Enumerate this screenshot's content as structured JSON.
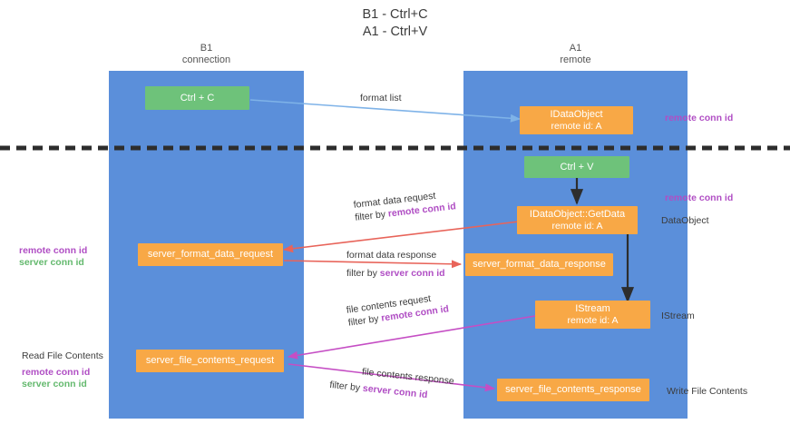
{
  "title": {
    "line1": "B1 - Ctrl+C",
    "line2": "A1 - Ctrl+V"
  },
  "columns": [
    {
      "name": "B1",
      "sub": "connection"
    },
    {
      "name": "A1",
      "sub": "remote"
    }
  ],
  "nodes": {
    "ctrl_c": {
      "label": "Ctrl + C"
    },
    "ctrl_v": {
      "label": "Ctrl + V"
    },
    "idataobject": {
      "line1": "IDataObject",
      "line2": "remote id: A"
    },
    "getdata": {
      "line1": "IDataObject::GetData",
      "line2": "remote id: A"
    },
    "istream": {
      "line1": "IStream",
      "line2": "remote id: A"
    },
    "server_format_data_request": {
      "label": "server_format_data_request"
    },
    "server_format_data_response": {
      "label": "server_format_data_response"
    },
    "server_file_contents_request": {
      "label": "server_file_contents_request"
    },
    "server_file_contents_response": {
      "label": "server_file_contents_response"
    }
  },
  "edges": {
    "format_list": {
      "label": "format list"
    },
    "format_data_request": {
      "line1": "format data request",
      "prefix": "filter by ",
      "key": "remote conn id"
    },
    "format_data_response": {
      "line1": "format data response",
      "prefix": "filter by ",
      "key": "server conn id"
    },
    "file_contents_request": {
      "line1": "file contents request",
      "prefix": "filter by ",
      "key": "remote conn id"
    },
    "file_contents_response": {
      "line1": "file contents response",
      "prefix": "filter by ",
      "key": "server conn id"
    }
  },
  "annotations": {
    "right_remote_conn_id_top": "remote conn id",
    "right_remote_conn_id_mid": "remote conn id",
    "right_dataobject": "DataObject",
    "right_istream": "IStream",
    "right_write_file_contents": "Write File Contents",
    "left_remote_conn_id": "remote conn id",
    "left_server_conn_id": "server conn id",
    "left_read_file_contents": "Read File Contents",
    "left_remote_conn_id_2": "remote conn id",
    "left_server_conn_id_2": "server conn id"
  },
  "colors": {
    "lane": "#5b8fda",
    "node_orange": "#f8a846",
    "node_green": "#6ec27a",
    "accent_purple": "#b04ec4",
    "accent_green": "#64b96e",
    "edge_red": "#e8645a",
    "edge_magenta": "#c54ec4",
    "edge_blue": "#7fb3e8",
    "edge_dark": "#2d2d2d",
    "divider": "#2d2d2d"
  }
}
